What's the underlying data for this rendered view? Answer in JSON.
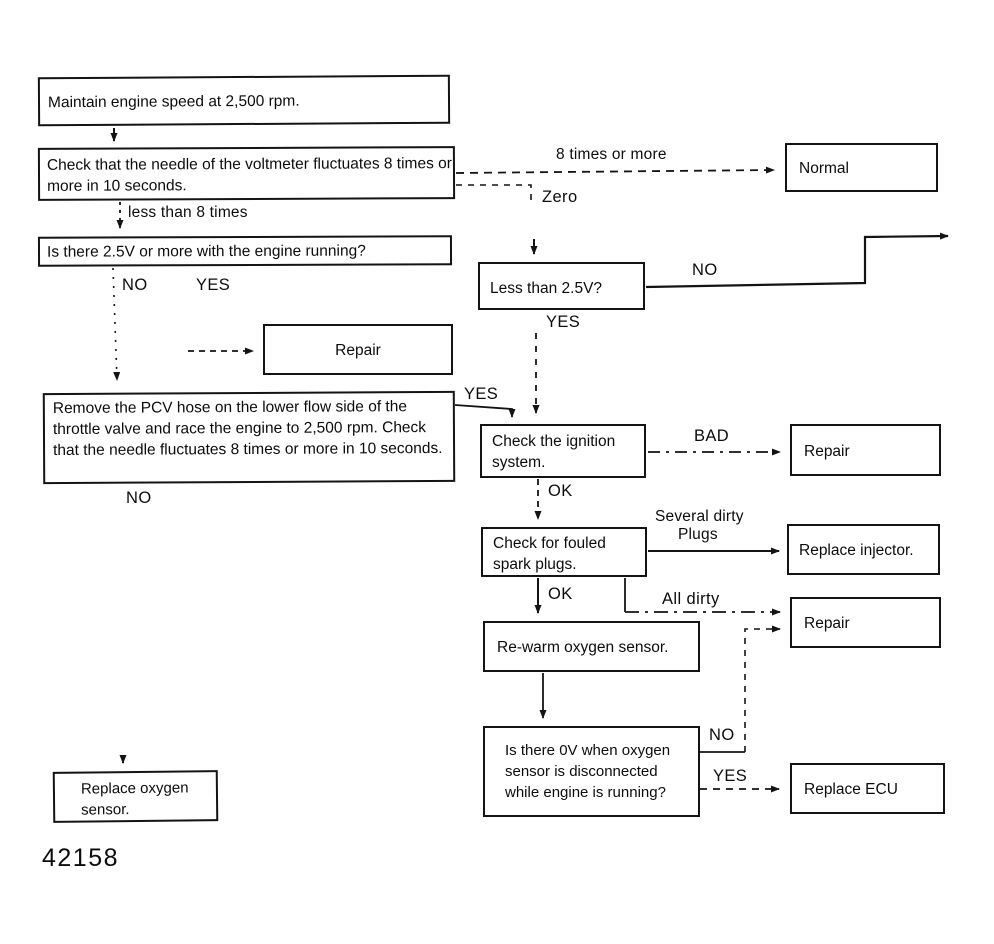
{
  "figure_code": "42158",
  "colors": {
    "ink": "#141414",
    "background": "#ffffff"
  },
  "nodes": {
    "maintain": {
      "label": "Maintain engine speed at 2,500 rpm."
    },
    "check_needle": {
      "label": "Check that the needle of the voltmeter fluctuates 8 times or more in 10 seconds."
    },
    "normal": {
      "label": "Normal"
    },
    "engine_25v": {
      "label": "Is there 2.5V or more with the engine running?"
    },
    "less_25v": {
      "label": "Less than 2.5V?"
    },
    "repair_top": {
      "label": "Repair"
    },
    "remove_pcv": {
      "label": "Remove the PCV hose on the lower flow side of the throttle valve and race the engine to 2,500 rpm.  Check that the needle fluctuates 8 times or more in 10 seconds."
    },
    "check_ignition": {
      "label": "Check the ignition system."
    },
    "repair_ignition": {
      "label": "Repair"
    },
    "check_plugs": {
      "label": "Check for fouled spark plugs."
    },
    "replace_injector": {
      "label": "Replace injector."
    },
    "rewarm": {
      "label": "Re-warm oxygen sensor."
    },
    "repair_dirty": {
      "label": "Repair"
    },
    "zero_v": {
      "label": "Is there 0V when oxygen sensor is disconnected while engine is running?"
    },
    "replace_ecu": {
      "label": "Replace ECU"
    },
    "replace_oxygen": {
      "label": "Replace oxygen sensor."
    }
  },
  "edge_labels": {
    "eight_or_more": "8 times or more",
    "zero": "Zero",
    "less_than_8": "less than 8 times",
    "no_1": "NO",
    "yes_1": "YES",
    "no_2": "NO",
    "yes_2": "YES",
    "yes_pcv": "YES",
    "no_pcv": "NO",
    "bad": "BAD",
    "ok_1": "OK",
    "several_dirty": "Several dirty",
    "plugs": "Plugs",
    "ok_2": "OK",
    "all_dirty": "All dirty",
    "no_3": "NO",
    "yes_3": "YES"
  }
}
